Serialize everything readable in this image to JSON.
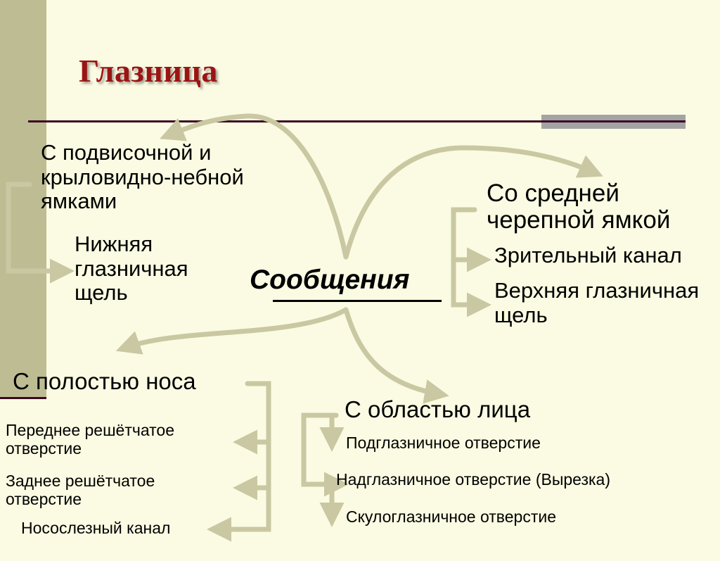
{
  "title": "Глазница",
  "center": "Сообщения",
  "nodes": {
    "infratemporal": "С подвисочной и крыловидно-небной ямками",
    "inferior_fissure": "Нижняя глазничная щель",
    "middle_fossa": "Со средней черепной ямкой",
    "optic_canal": "Зрительный канал",
    "superior_fissure": "Верхняя глазничная щель",
    "nasal_cavity": "С полостью носа",
    "anterior_ethmoidal": "Переднее решётчатое отверстие",
    "posterior_ethmoidal": "Заднее решётчатое отверстие",
    "nasolacrimal": "Носослезный канал",
    "face": "С областью лица",
    "infraorbital": "Подглазничное отверстие",
    "supraorbital": "Надглазничное отверстие (Вырезка)",
    "zygomatico_orbital": "Скулоглазничное отверстие"
  },
  "colors": {
    "background": "#fbfbe3",
    "sidebar": "#bdbc93",
    "title": "#9b1414",
    "rule": "#3a0a24",
    "arrow": "#c9c8a2"
  }
}
